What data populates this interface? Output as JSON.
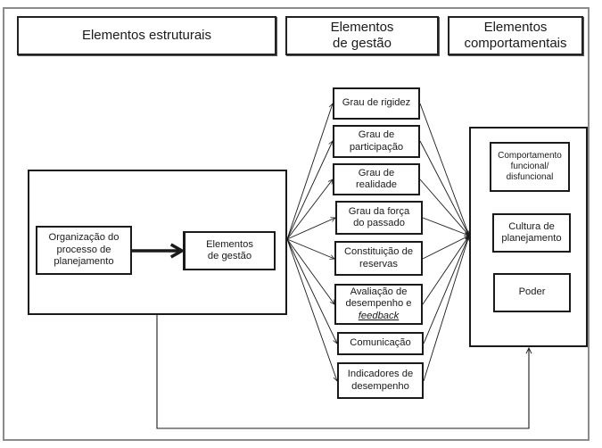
{
  "headers": {
    "structural": "Elementos estruturais",
    "management": "Elementos\nde gestão",
    "behavioral": "Elementos\ncomportamentais"
  },
  "structural_block": {
    "organization": "Organização do\nprocesso de\nplanejamento",
    "management_elements": "Elementos\nde gestão"
  },
  "management_items": [
    {
      "label": "Grau de rigidez"
    },
    {
      "label": "Grau de\nparticipação"
    },
    {
      "label": "Grau de\nrealidade"
    },
    {
      "label": "Grau da força\ndo passado"
    },
    {
      "label": "Constituição de\nreservas"
    },
    {
      "label": "Avaliação de\ndesempenho e",
      "italic_suffix": "feedback"
    },
    {
      "label": "Comunicação"
    },
    {
      "label": "Indicadores de\ndesempenho"
    }
  ],
  "behavioral_items": [
    {
      "label": "Comportamento\nfuncional/\ndisfuncional"
    },
    {
      "label": "Cultura de\nplanejamento"
    },
    {
      "label": "Poder"
    }
  ]
}
